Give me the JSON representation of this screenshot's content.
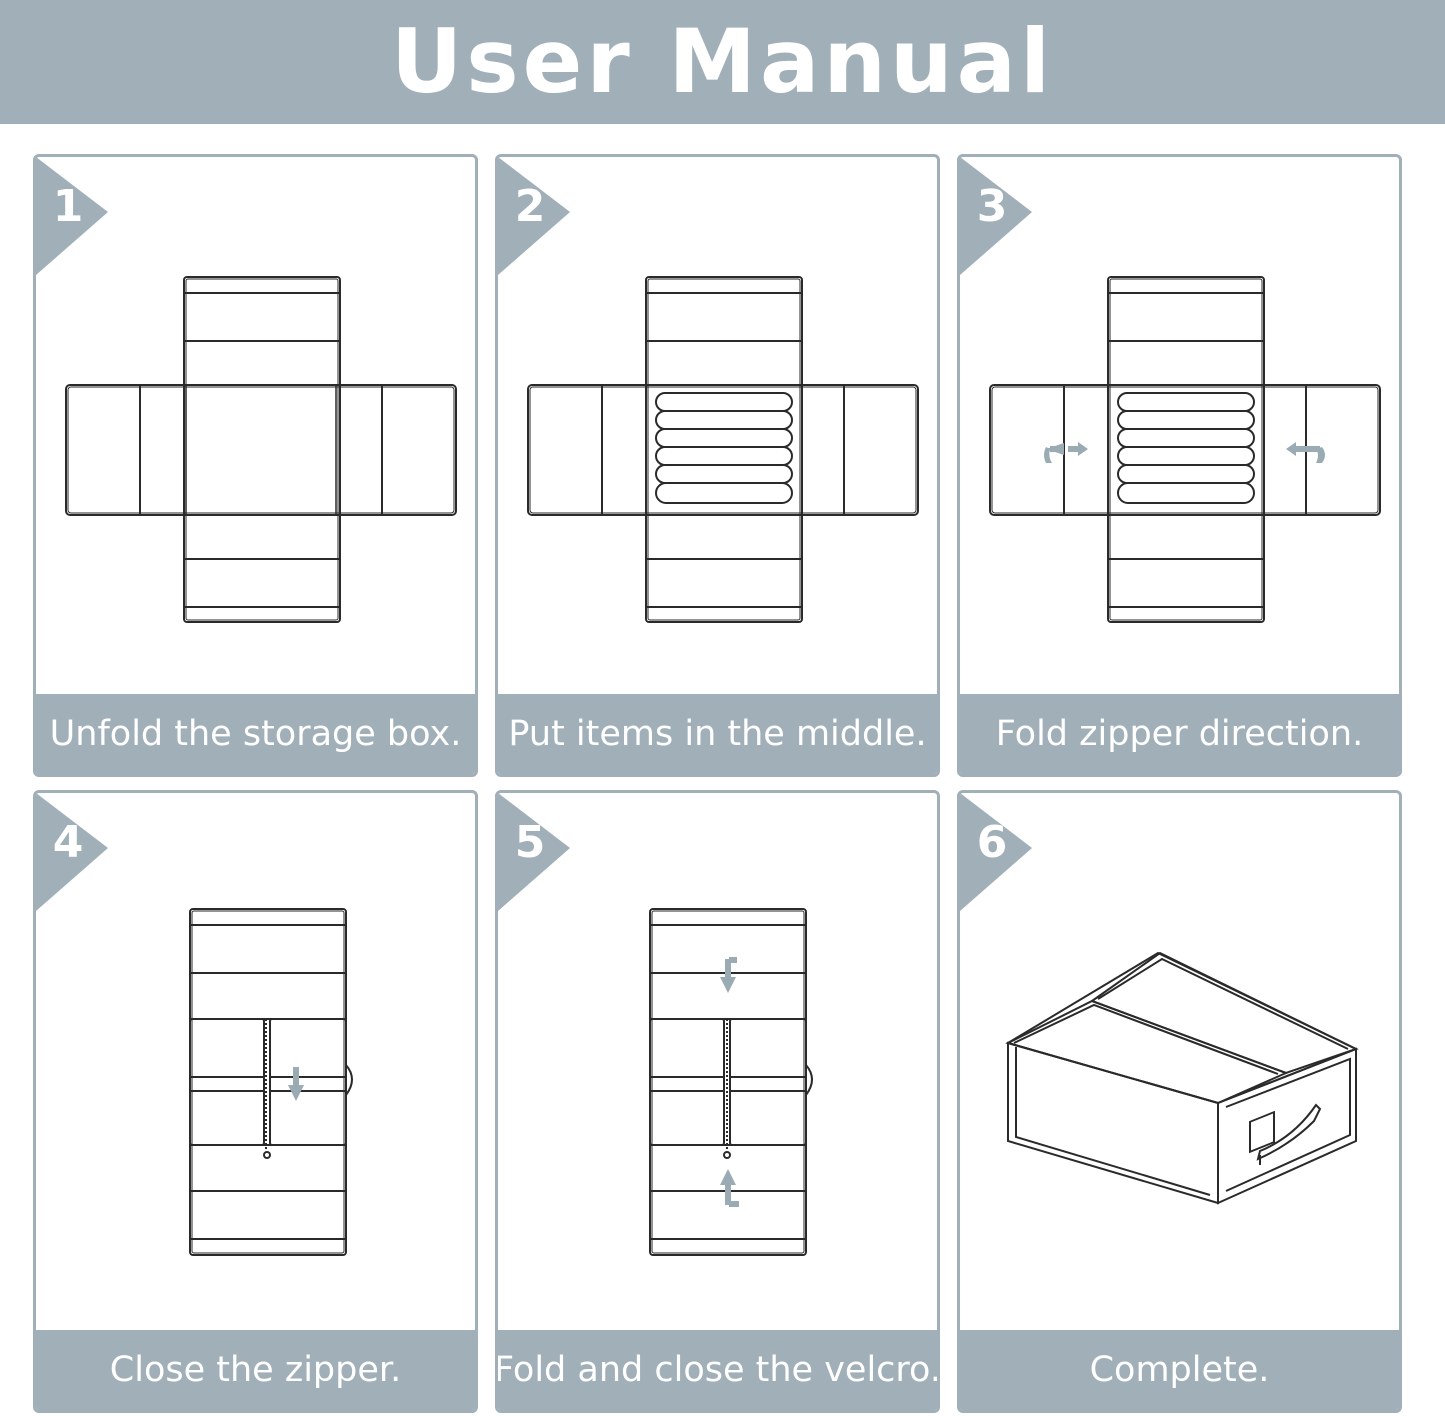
{
  "header": {
    "title": "User Manual"
  },
  "steps": [
    {
      "number": "1",
      "caption": "Unfold the storage box."
    },
    {
      "number": "2",
      "caption": "Put items in the middle."
    },
    {
      "number": "3",
      "caption": "Fold zipper direction."
    },
    {
      "number": "4",
      "caption": "Close the zipper."
    },
    {
      "number": "5",
      "caption": "Fold and close the velcro."
    },
    {
      "number": "6",
      "caption": "Complete."
    }
  ],
  "colors": {
    "accent": "#a0afb8",
    "arrow": "#9aabb4",
    "line": "#2a2a2a"
  }
}
